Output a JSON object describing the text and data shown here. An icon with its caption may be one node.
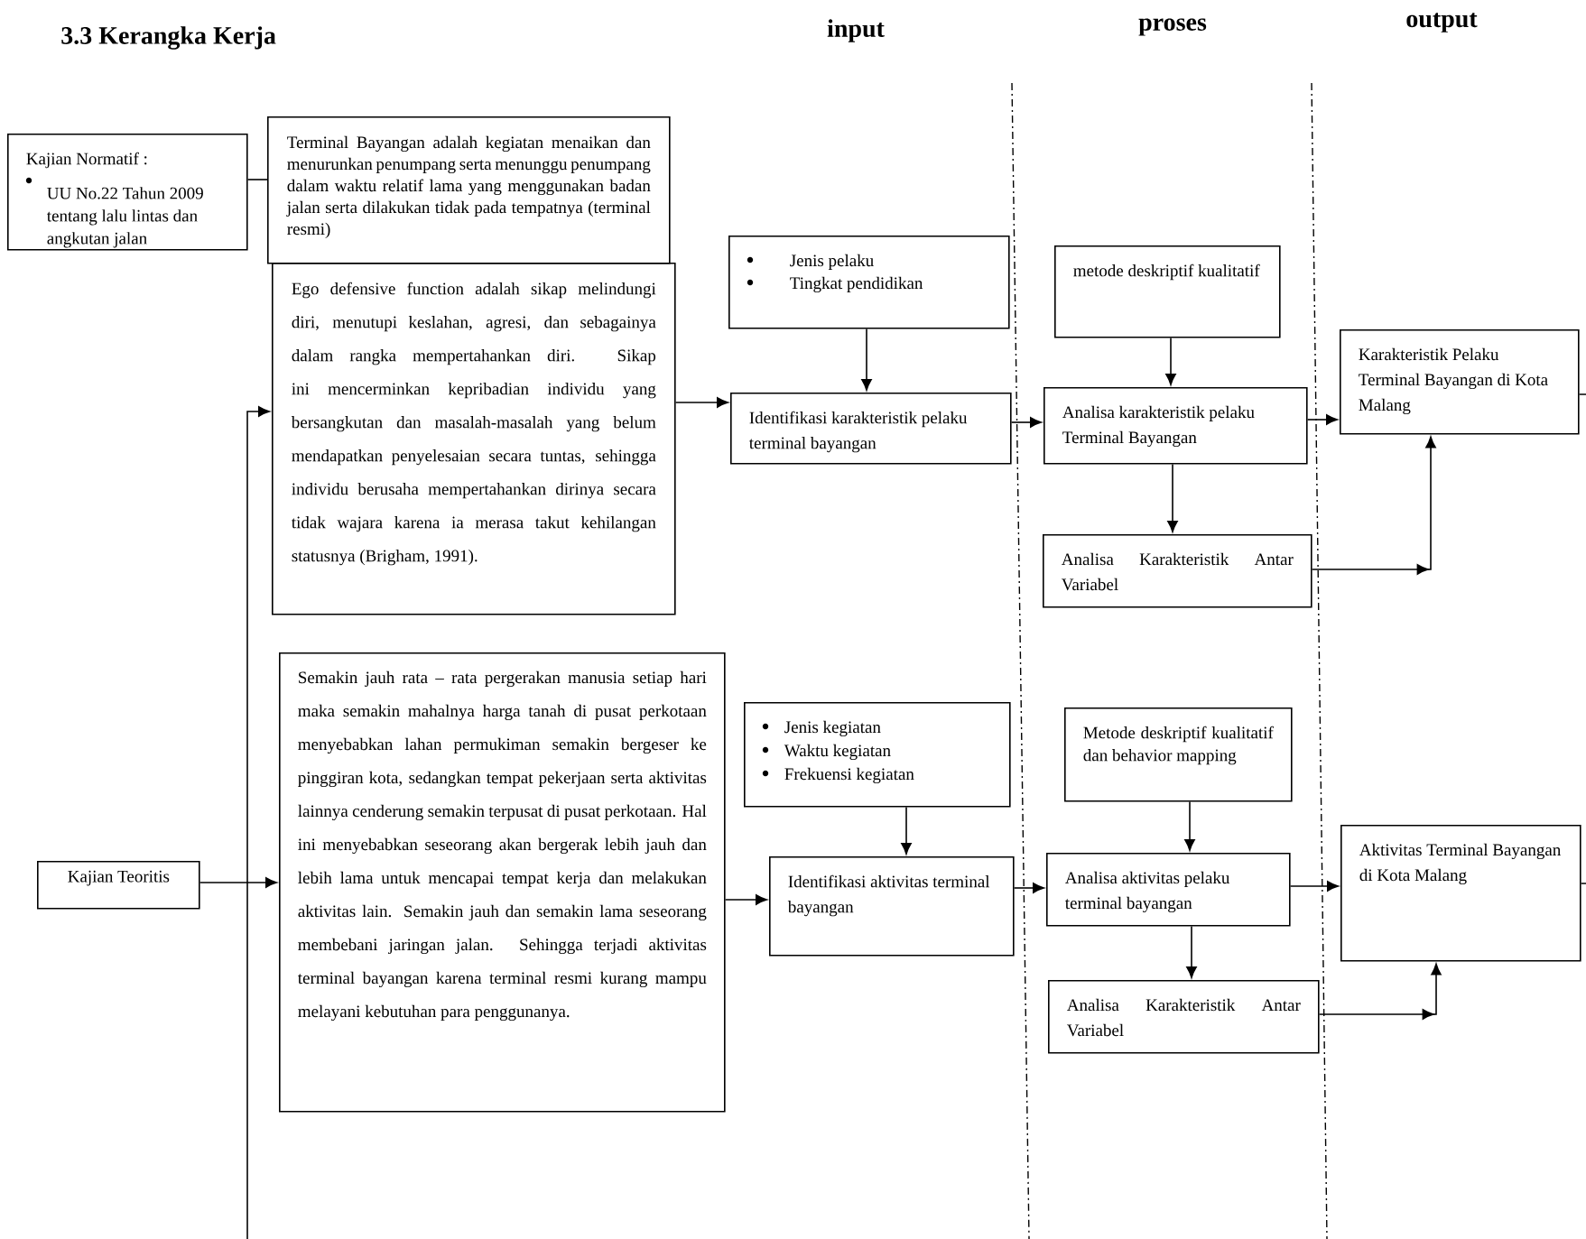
{
  "diagram": {
    "title": "3.3 Kerangka Kerja",
    "nodes": [
      {
        "text": [
          "Kajian Normatif :",
          "UU No.22 Tahun 2009 tentang lalu lintas dan angkutan jalan"
        ]
      },
      {
        "text": [
          "Terminal Bayangan adalah kegiatan menaikan dan menurunkan penumpang serta menunggu penumpang dalam waktu relatif lama yang menggunakan badan jalan serta dilakukan tidak pada tempatnya (terminal resmi)"
        ]
      },
      {
        "text": [
          "Ego defensive function adalah sikap melindungi diri, menutupi keslahan, agresi, dan sebagainya dalam rangka mempertahankan diri. Sikap ini mencerminkan kepribadian individu yang bersangkutan dan masalah-masalah yang belum mendapatkan penyelesaian secara tuntas, sehingga individu berusaha mempertahankan dirinya secara tidak wajara karena ia merasa takut kehilangan statusnya (Brigham, 1991)."
        ]
      },
      {
        "text": [
          "Semakin jauh rata – rata pergerakan manusia setiap hari maka semakin mahalnya harga tanah di pusat perkotaan menyebabkan lahan permukiman semakin bergeser ke pinggiran kota, sedangkan tempat pekerjaan serta aktivitas lainnya cenderung semakin terpusat di pusat perkotaan. Hal ini menyebabkan seseorang akan bergerak lebih jauh dan lebih lama untuk mencapai tempat kerja dan melakukan aktivitas lain. Semakin jauh dan semakin lama seseorang membebani jaringan jalan. Sehingga terjadi aktivitas terminal bayangan karena terminal resmi kurang mampu melayani kebutuhan para penggunanya."
        ]
      },
      {
        "text": [
          "Kajian Teoritis"
        ]
      },
      {
        "text": [
          "Jenis pelaku",
          "Tingkat pendidikan"
        ]
      },
      {
        "text": [
          "Identifikasi karakteristik pelaku terminal bayangan"
        ]
      },
      {
        "text": [
          "metode deskriptif kualitatif"
        ]
      },
      {
        "text": [
          "Analisa karakteristik pelaku Terminal Bayangan"
        ]
      },
      {
        "text": [
          "Analisa Karakteristik Antar Variabel"
        ]
      },
      {
        "text": [
          "Karakteristik Pelaku Terminal Bayangan di Kota Malang"
        ]
      },
      {
        "text": [
          "Jenis kegiatan",
          "Waktu kegiatan",
          "Frekuensi kegiatan"
        ]
      },
      {
        "text": [
          "Identifikasi aktivitas terminal bayangan"
        ]
      },
      {
        "text": [
          "Metode deskriptif kualitatif dan behavior mapping"
        ]
      },
      {
        "text": [
          "Analisa aktivitas pelaku terminal bayangan"
        ]
      },
      {
        "text": [
          "Analisa Karakteristik Antar Variabel"
        ]
      },
      {
        "text": [
          "Aktivitas Terminal Bayangan di Kota Malang"
        ]
      }
    ],
    "edges": [
      {
        "from": 0,
        "to": 1,
        "arrow": "none"
      },
      {
        "from": 4,
        "to": 3,
        "arrow": "to"
      },
      {
        "from": null,
        "to": 2,
        "arrow": "to"
      },
      {
        "from": 2,
        "to": 6,
        "arrow": "to"
      },
      {
        "from": 5,
        "to": 6,
        "arrow": "to"
      },
      {
        "from": 6,
        "to": 8,
        "arrow": "to"
      },
      {
        "from": 7,
        "to": 8,
        "arrow": "to"
      },
      {
        "from": 8,
        "to": 9,
        "arrow": "to"
      },
      {
        "from": 8,
        "to": 10,
        "arrow": "to"
      },
      {
        "from": 9,
        "to": 10,
        "arrow": "to"
      },
      {
        "from": 10,
        "to": null,
        "arrow": "none"
      },
      {
        "from": 3,
        "to": 12,
        "arrow": "to"
      },
      {
        "from": 11,
        "to": 12,
        "arrow": "to"
      },
      {
        "from": 12,
        "to": 14,
        "arrow": "to"
      },
      {
        "from": 13,
        "to": 14,
        "arrow": "to"
      },
      {
        "from": 14,
        "to": 15,
        "arrow": "to"
      },
      {
        "from": 14,
        "to": 16,
        "arrow": "to"
      },
      {
        "from": 15,
        "to": 16,
        "arrow": "to"
      },
      {
        "from": 16,
        "to": null,
        "arrow": "none"
      }
    ],
    "labels": [
      "input",
      "proses",
      "output"
    ]
  }
}
